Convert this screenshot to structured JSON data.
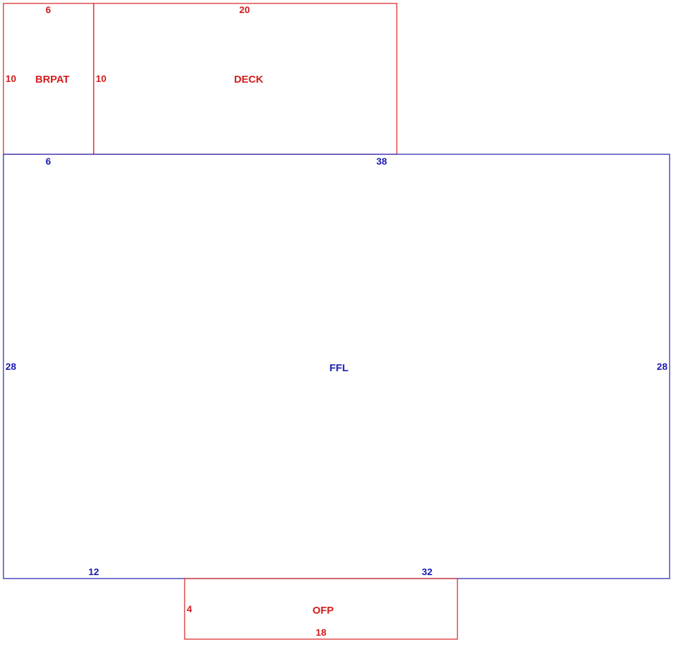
{
  "colors": {
    "addition": "#d41a1a",
    "main": "#1a1ab4",
    "background": "#ffffff"
  },
  "areas": {
    "brpat": {
      "label": "BRPAT",
      "dims": {
        "top": "6",
        "left": "10"
      }
    },
    "deck": {
      "label": "DECK",
      "dims": {
        "top": "20",
        "left": "10"
      }
    },
    "ffl": {
      "label": "FFL",
      "dims": {
        "top_left": "6",
        "top_right": "38",
        "left": "28",
        "right": "28",
        "bottom_left": "12",
        "bottom_right": "32"
      }
    },
    "ofp": {
      "label": "OFP",
      "dims": {
        "left": "4",
        "bottom": "18"
      }
    }
  }
}
